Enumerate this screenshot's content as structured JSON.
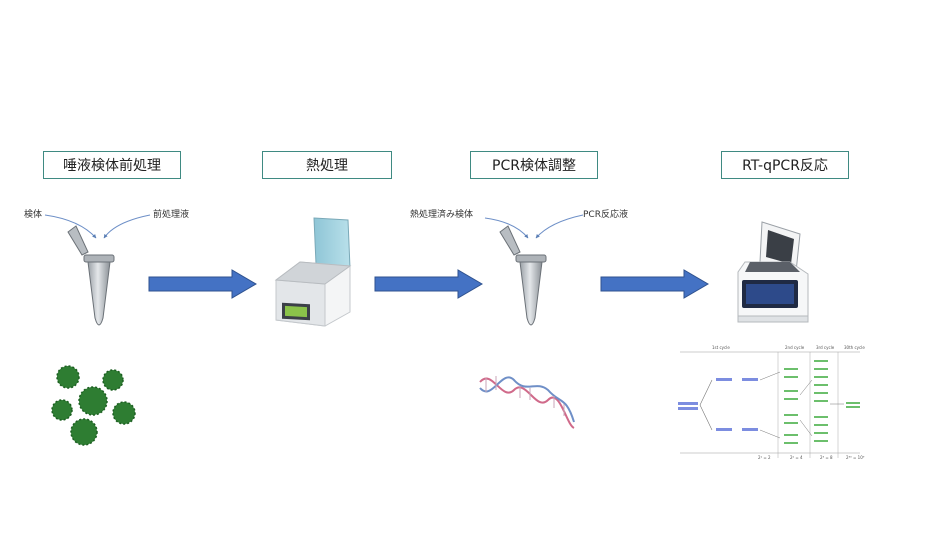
{
  "steps": [
    {
      "title": "唾液検体前処理",
      "inputs": [
        "検体",
        "前処理液"
      ]
    },
    {
      "title": "熱処理"
    },
    {
      "title": "PCR検体調整",
      "inputs": [
        "熱処理済み検体",
        "PCR反応液"
      ]
    },
    {
      "title": "RT-qPCR反応"
    }
  ],
  "pcr_diagram": {
    "cycle_headers": [
      "1st cycle",
      "2nd cycle",
      "3rd cycle",
      "30th cycle"
    ],
    "footers": [
      "2¹ = 2",
      "2² = 4",
      "2³ = 8",
      "2³⁰ = 10⁹"
    ]
  },
  "colors": {
    "box_border": "#3f8a82",
    "arrow": "#4472c4",
    "virus": "#2e7d32",
    "tube": "#c8ccd0",
    "heater_lid": "#a9d4e0"
  }
}
